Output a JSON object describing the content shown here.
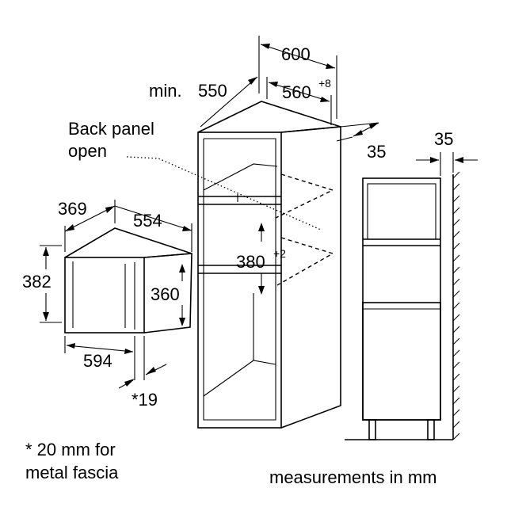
{
  "labels": {
    "cabinet_width": "600",
    "cabinet_min_depth_prefix": "min.",
    "cabinet_min_depth_value": "550",
    "niche_depth_value": "560",
    "niche_depth_tolerance": "+8",
    "back_gap": "35",
    "back_panel_line1": "Back panel",
    "back_panel_line2": "open",
    "niche_height_value": "380",
    "niche_height_tolerance": "+2",
    "side_gap": "35",
    "appliance_depth": "369",
    "appliance_width_top": "554",
    "appliance_height": "382",
    "appliance_inner_height": "360",
    "appliance_width_bottom": "594",
    "fascia_thickness": "*19"
  },
  "footnote": {
    "line1": "* 20 mm for",
    "line2": "metal fascia"
  },
  "units_note": "measurements in mm"
}
